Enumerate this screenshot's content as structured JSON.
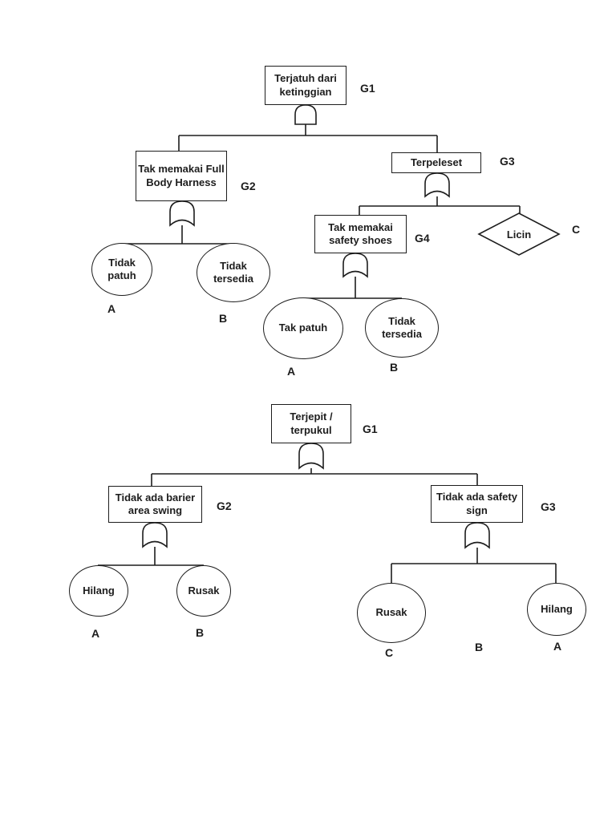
{
  "ink": "#1d1d1d",
  "tree1": {
    "root": {
      "label": "Terjatuh dari ketinggian",
      "gate_id": "G1"
    },
    "fbh": {
      "label": "Tak memakai Full Body Harness",
      "gate_id": "G2",
      "events": [
        {
          "label": "Tidak patuh",
          "code": "A"
        },
        {
          "label": "Tidak tersedia",
          "code": "B"
        }
      ]
    },
    "terpeleset": {
      "label": "Terpeleset",
      "gate_id": "G3"
    },
    "shoes": {
      "label": "Tak memakai safety shoes",
      "gate_id": "G4",
      "events": [
        {
          "label": "Tak patuh",
          "code": "A"
        },
        {
          "label": "Tidak tersedia",
          "code": "B"
        }
      ]
    },
    "licin": {
      "label": "Licin",
      "code": "C"
    }
  },
  "tree2": {
    "root": {
      "label": "Terjepit / terpukul",
      "gate_id": "G1"
    },
    "barier": {
      "label": "Tidak ada barier area swing",
      "gate_id": "G2",
      "events": [
        {
          "label": "Hilang",
          "code": "A"
        },
        {
          "label": "Rusak",
          "code": "B"
        }
      ]
    },
    "sign": {
      "label": "Tidak ada safety sign",
      "gate_id": "G3",
      "events": [
        {
          "label": "Rusak",
          "code": "C"
        },
        {
          "label": "Hilang",
          "code": "A"
        }
      ],
      "floating_code": "B"
    }
  }
}
